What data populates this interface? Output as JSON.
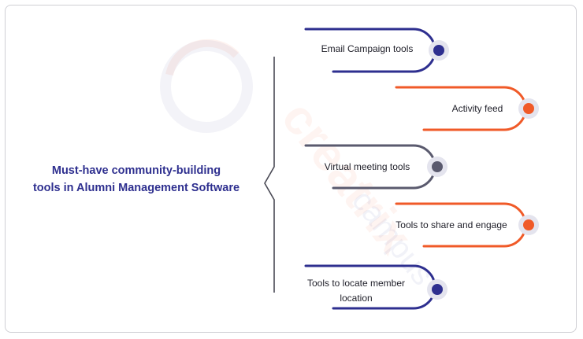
{
  "main": {
    "title_line1": "Must-have community-building",
    "title_line2": "tools in Alumni Management Software"
  },
  "items": [
    {
      "label": "Email Campaign tools",
      "color": "#2e2f8f"
    },
    {
      "label": "Activity feed",
      "color": "#f05a28"
    },
    {
      "label": "Virtual meeting tools",
      "color": "#5a5a6e"
    },
    {
      "label": "Tools to share and engage",
      "color": "#f05a28"
    },
    {
      "label_line1": "Tools to locate member",
      "label_line2": "location",
      "color": "#2e2f8f"
    }
  ],
  "watermark": {
    "brand": "creatrix",
    "sub": "campus"
  }
}
